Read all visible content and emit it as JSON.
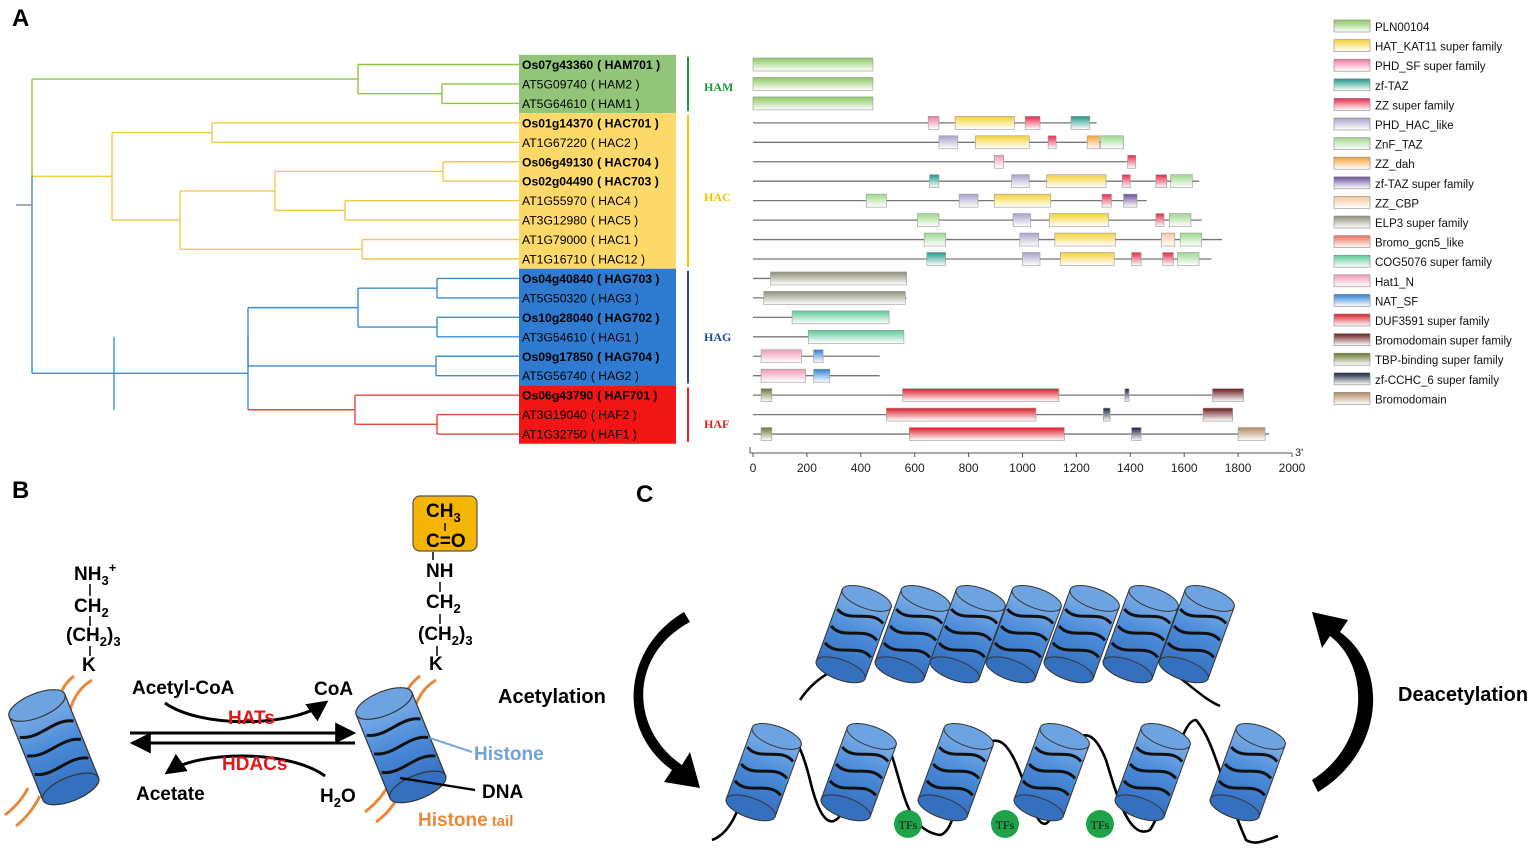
{
  "panels": {
    "a": "A",
    "b": "B",
    "c": "C"
  },
  "tree": {
    "rows": [
      {
        "id": "Os07g43360",
        "name": "HAM701",
        "bold": true,
        "group": "HAM"
      },
      {
        "id": "AT5G09740",
        "name": "HAM2",
        "bold": false,
        "group": "HAM"
      },
      {
        "id": "AT5G64610",
        "name": "HAM1",
        "bold": false,
        "group": "HAM"
      },
      {
        "id": "Os01g14370",
        "name": "HAC701",
        "bold": true,
        "group": "HAC"
      },
      {
        "id": "AT1G67220",
        "name": "HAC2",
        "bold": false,
        "group": "HAC"
      },
      {
        "id": "Os06g49130",
        "name": "HAC704",
        "bold": true,
        "group": "HAC"
      },
      {
        "id": "Os02g04490",
        "name": "HAC703",
        "bold": true,
        "group": "HAC"
      },
      {
        "id": "AT1G55970",
        "name": "HAC4",
        "bold": false,
        "group": "HAC"
      },
      {
        "id": "AT3G12980",
        "name": "HAC5",
        "bold": false,
        "group": "HAC"
      },
      {
        "id": "AT1G79000",
        "name": "HAC1",
        "bold": false,
        "group": "HAC"
      },
      {
        "id": "AT1G16710",
        "name": "HAC12",
        "bold": false,
        "group": "HAC"
      },
      {
        "id": "Os04g40840",
        "name": "HAG703",
        "bold": true,
        "group": "HAG"
      },
      {
        "id": "AT5G50320",
        "name": "HAG3",
        "bold": false,
        "group": "HAG"
      },
      {
        "id": "Os10g28040",
        "name": "HAG702",
        "bold": true,
        "group": "HAG"
      },
      {
        "id": "AT3G54610",
        "name": "HAG1",
        "bold": false,
        "group": "HAG"
      },
      {
        "id": "Os09g17850",
        "name": "HAG704",
        "bold": true,
        "group": "HAG"
      },
      {
        "id": "AT5G56740",
        "name": "HAG2",
        "bold": false,
        "group": "HAG"
      },
      {
        "id": "Os06g43790",
        "name": "HAF701",
        "bold": true,
        "group": "HAF"
      },
      {
        "id": "AT3G19040",
        "name": "HAF2",
        "bold": false,
        "group": "HAF"
      },
      {
        "id": "AT1G32750",
        "name": "HAF1",
        "bold": false,
        "group": "HAF"
      }
    ],
    "groups": [
      {
        "label": "HAM",
        "color": "#1a9a3c",
        "fill": "#92c57a",
        "branch": "#8dc63f",
        "first": 0,
        "last": 2
      },
      {
        "label": "HAC",
        "color": "#f2c200",
        "fill": "#fdd96a",
        "branch": "#f2c94c",
        "first": 3,
        "last": 10
      },
      {
        "label": "HAG",
        "color": "#1f4e9a",
        "fill": "#2e7bd1",
        "branch": "#3a8fd0",
        "first": 11,
        "last": 16
      },
      {
        "label": "HAF",
        "color": "#e52420",
        "fill": "#f21515",
        "branch": "#e04a3a",
        "first": 17,
        "last": 19
      }
    ]
  },
  "legend": [
    {
      "name": "PLN00104",
      "color": "#8cc861"
    },
    {
      "name": "HAT_KAT11 super family",
      "color": "#f5d33a"
    },
    {
      "name": "PHD_SF super family",
      "color": "#f07aa6"
    },
    {
      "name": "zf-TAZ",
      "color": "#1f9a8a"
    },
    {
      "name": "ZZ super family",
      "color": "#e8294a"
    },
    {
      "name": "PHD_HAC_like",
      "color": "#a8a3c8"
    },
    {
      "name": "ZnF_TAZ",
      "color": "#9ed98c"
    },
    {
      "name": "ZZ_dah",
      "color": "#f5a23a"
    },
    {
      "name": "zf-TAZ super family",
      "color": "#6b4f9e"
    },
    {
      "name": "ZZ_CBP",
      "color": "#f7c8a0"
    },
    {
      "name": "ELP3 super family",
      "color": "#8f8f7a"
    },
    {
      "name": "Bromo_gcn5_like",
      "color": "#e8705a"
    },
    {
      "name": "COG5076 super family",
      "color": "#5cc99a"
    },
    {
      "name": "Hat1_N",
      "color": "#f29ab8"
    },
    {
      "name": "NAT_SF",
      "color": "#2f7fd8"
    },
    {
      "name": "DUF3591 super family",
      "color": "#d8202a"
    },
    {
      "name": "Bromodomain super family",
      "color": "#6b1a20"
    },
    {
      "name": "TBP-binding super family",
      "color": "#6a7a30"
    },
    {
      "name": "zf-CCHC_6 super family",
      "color": "#1a2040"
    },
    {
      "name": "Bromodomain",
      "color": "#b08a60"
    }
  ],
  "proteins": [
    {
      "length": 445,
      "domains": [
        [
          0,
          445,
          0
        ]
      ]
    },
    {
      "length": 445,
      "domains": [
        [
          0,
          445,
          0
        ]
      ]
    },
    {
      "length": 445,
      "domains": [
        [
          0,
          445,
          0
        ]
      ]
    },
    {
      "length": 1275,
      "domains": [
        [
          650,
          690,
          2
        ],
        [
          750,
          970,
          1
        ],
        [
          1010,
          1065,
          4
        ],
        [
          1180,
          1250,
          3
        ]
      ]
    },
    {
      "length": 1360,
      "domains": [
        [
          690,
          760,
          5
        ],
        [
          825,
          1025,
          1
        ],
        [
          1095,
          1125,
          4
        ],
        [
          1240,
          1285,
          7
        ],
        [
          1290,
          1375,
          6
        ]
      ]
    },
    {
      "length": 1420,
      "domains": [
        [
          895,
          930,
          13
        ],
        [
          1390,
          1420,
          4
        ]
      ]
    },
    {
      "length": 1655,
      "domains": [
        [
          655,
          690,
          3
        ],
        [
          960,
          1025,
          5
        ],
        [
          1090,
          1310,
          1
        ],
        [
          1370,
          1400,
          4
        ],
        [
          1495,
          1535,
          4
        ],
        [
          1550,
          1630,
          6
        ]
      ]
    },
    {
      "length": 1460,
      "domains": [
        [
          420,
          495,
          6
        ],
        [
          765,
          835,
          5
        ],
        [
          895,
          1105,
          1
        ],
        [
          1295,
          1330,
          4
        ],
        [
          1375,
          1425,
          8
        ]
      ]
    },
    {
      "length": 1665,
      "domains": [
        [
          610,
          690,
          6
        ],
        [
          965,
          1030,
          5
        ],
        [
          1100,
          1320,
          1
        ],
        [
          1495,
          1525,
          4
        ],
        [
          1545,
          1625,
          6
        ]
      ]
    },
    {
      "length": 1740,
      "domains": [
        [
          635,
          715,
          6
        ],
        [
          990,
          1060,
          5
        ],
        [
          1120,
          1345,
          1
        ],
        [
          1515,
          1565,
          9
        ],
        [
          1585,
          1665,
          6
        ]
      ]
    },
    {
      "length": 1700,
      "domains": [
        [
          645,
          715,
          3
        ],
        [
          1000,
          1065,
          5
        ],
        [
          1140,
          1340,
          1
        ],
        [
          1405,
          1440,
          4
        ],
        [
          1520,
          1560,
          4
        ],
        [
          1575,
          1655,
          6
        ]
      ]
    },
    {
      "length": 570,
      "domains": [
        [
          65,
          570,
          10
        ]
      ]
    },
    {
      "length": 570,
      "domains": [
        [
          40,
          565,
          10
        ]
      ]
    },
    {
      "length": 500,
      "domains": [
        [
          145,
          505,
          12
        ]
      ]
    },
    {
      "length": 560,
      "domains": [
        [
          205,
          560,
          12
        ]
      ]
    },
    {
      "length": 470,
      "domains": [
        [
          30,
          180,
          13
        ],
        [
          225,
          260,
          14
        ]
      ]
    },
    {
      "length": 470,
      "domains": [
        [
          30,
          195,
          13
        ],
        [
          225,
          285,
          14
        ]
      ]
    },
    {
      "length": 1815,
      "domains": [
        [
          30,
          70,
          17
        ],
        [
          555,
          1135,
          15
        ],
        [
          1380,
          1395,
          18
        ],
        [
          1705,
          1820,
          16
        ]
      ]
    },
    {
      "length": 1780,
      "domains": [
        [
          495,
          1050,
          15
        ],
        [
          1300,
          1325,
          18
        ],
        [
          1670,
          1780,
          16
        ]
      ]
    },
    {
      "length": 1915,
      "domains": [
        [
          30,
          70,
          17
        ],
        [
          580,
          1155,
          15
        ],
        [
          1405,
          1440,
          18
        ],
        [
          1800,
          1900,
          19
        ]
      ]
    }
  ],
  "axis": {
    "ticks": [
      "0",
      "200",
      "400",
      "600",
      "800",
      "1000",
      "1200",
      "1400",
      "1600",
      "1800",
      "2000"
    ],
    "end_label": "3'"
  },
  "panel_b": {
    "left_chain": [
      "NH3+",
      "CH2",
      "(CH2)3",
      "K"
    ],
    "right_chain": [
      "CH3",
      "C=O",
      "NH",
      "CH2",
      "(CH2)3",
      "K"
    ],
    "acetyl_coa": "Acetyl-CoA",
    "coa": "CoA",
    "hats": "HATs",
    "hdacs": "HDACs",
    "acetate": "Acetate",
    "h2o": "H2O",
    "histone": "Histone",
    "dna": "DNA",
    "histone_tail": "Histone",
    "tail": "tail"
  },
  "panel_c": {
    "acetylation": "Acetylation",
    "deacetylation": "Deacetylation",
    "tfs": "TFs"
  }
}
